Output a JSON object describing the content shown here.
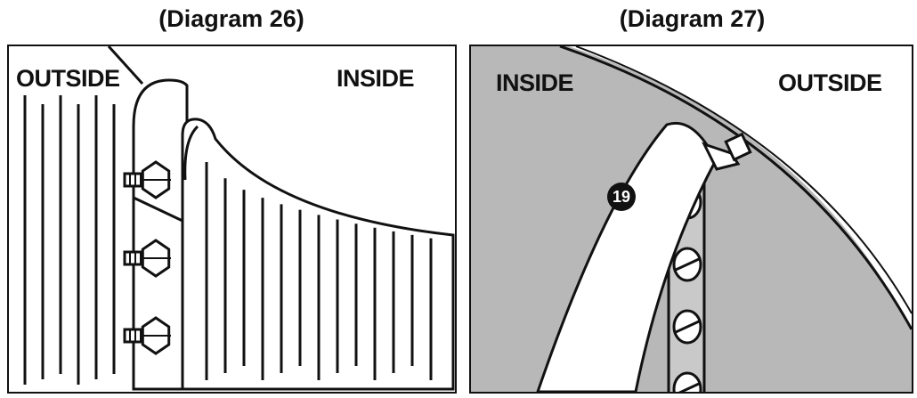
{
  "diagram_26": {
    "title": "(Diagram 26)",
    "label_outside": "OUTSIDE",
    "label_inside": "INSIDE"
  },
  "diagram_27": {
    "title": "(Diagram 27)",
    "label_inside": "INSIDE",
    "label_outside": "OUTSIDE",
    "callout_number": "19"
  },
  "colors": {
    "line": "#111111",
    "shade": "#b8b8b8",
    "background": "#ffffff"
  }
}
